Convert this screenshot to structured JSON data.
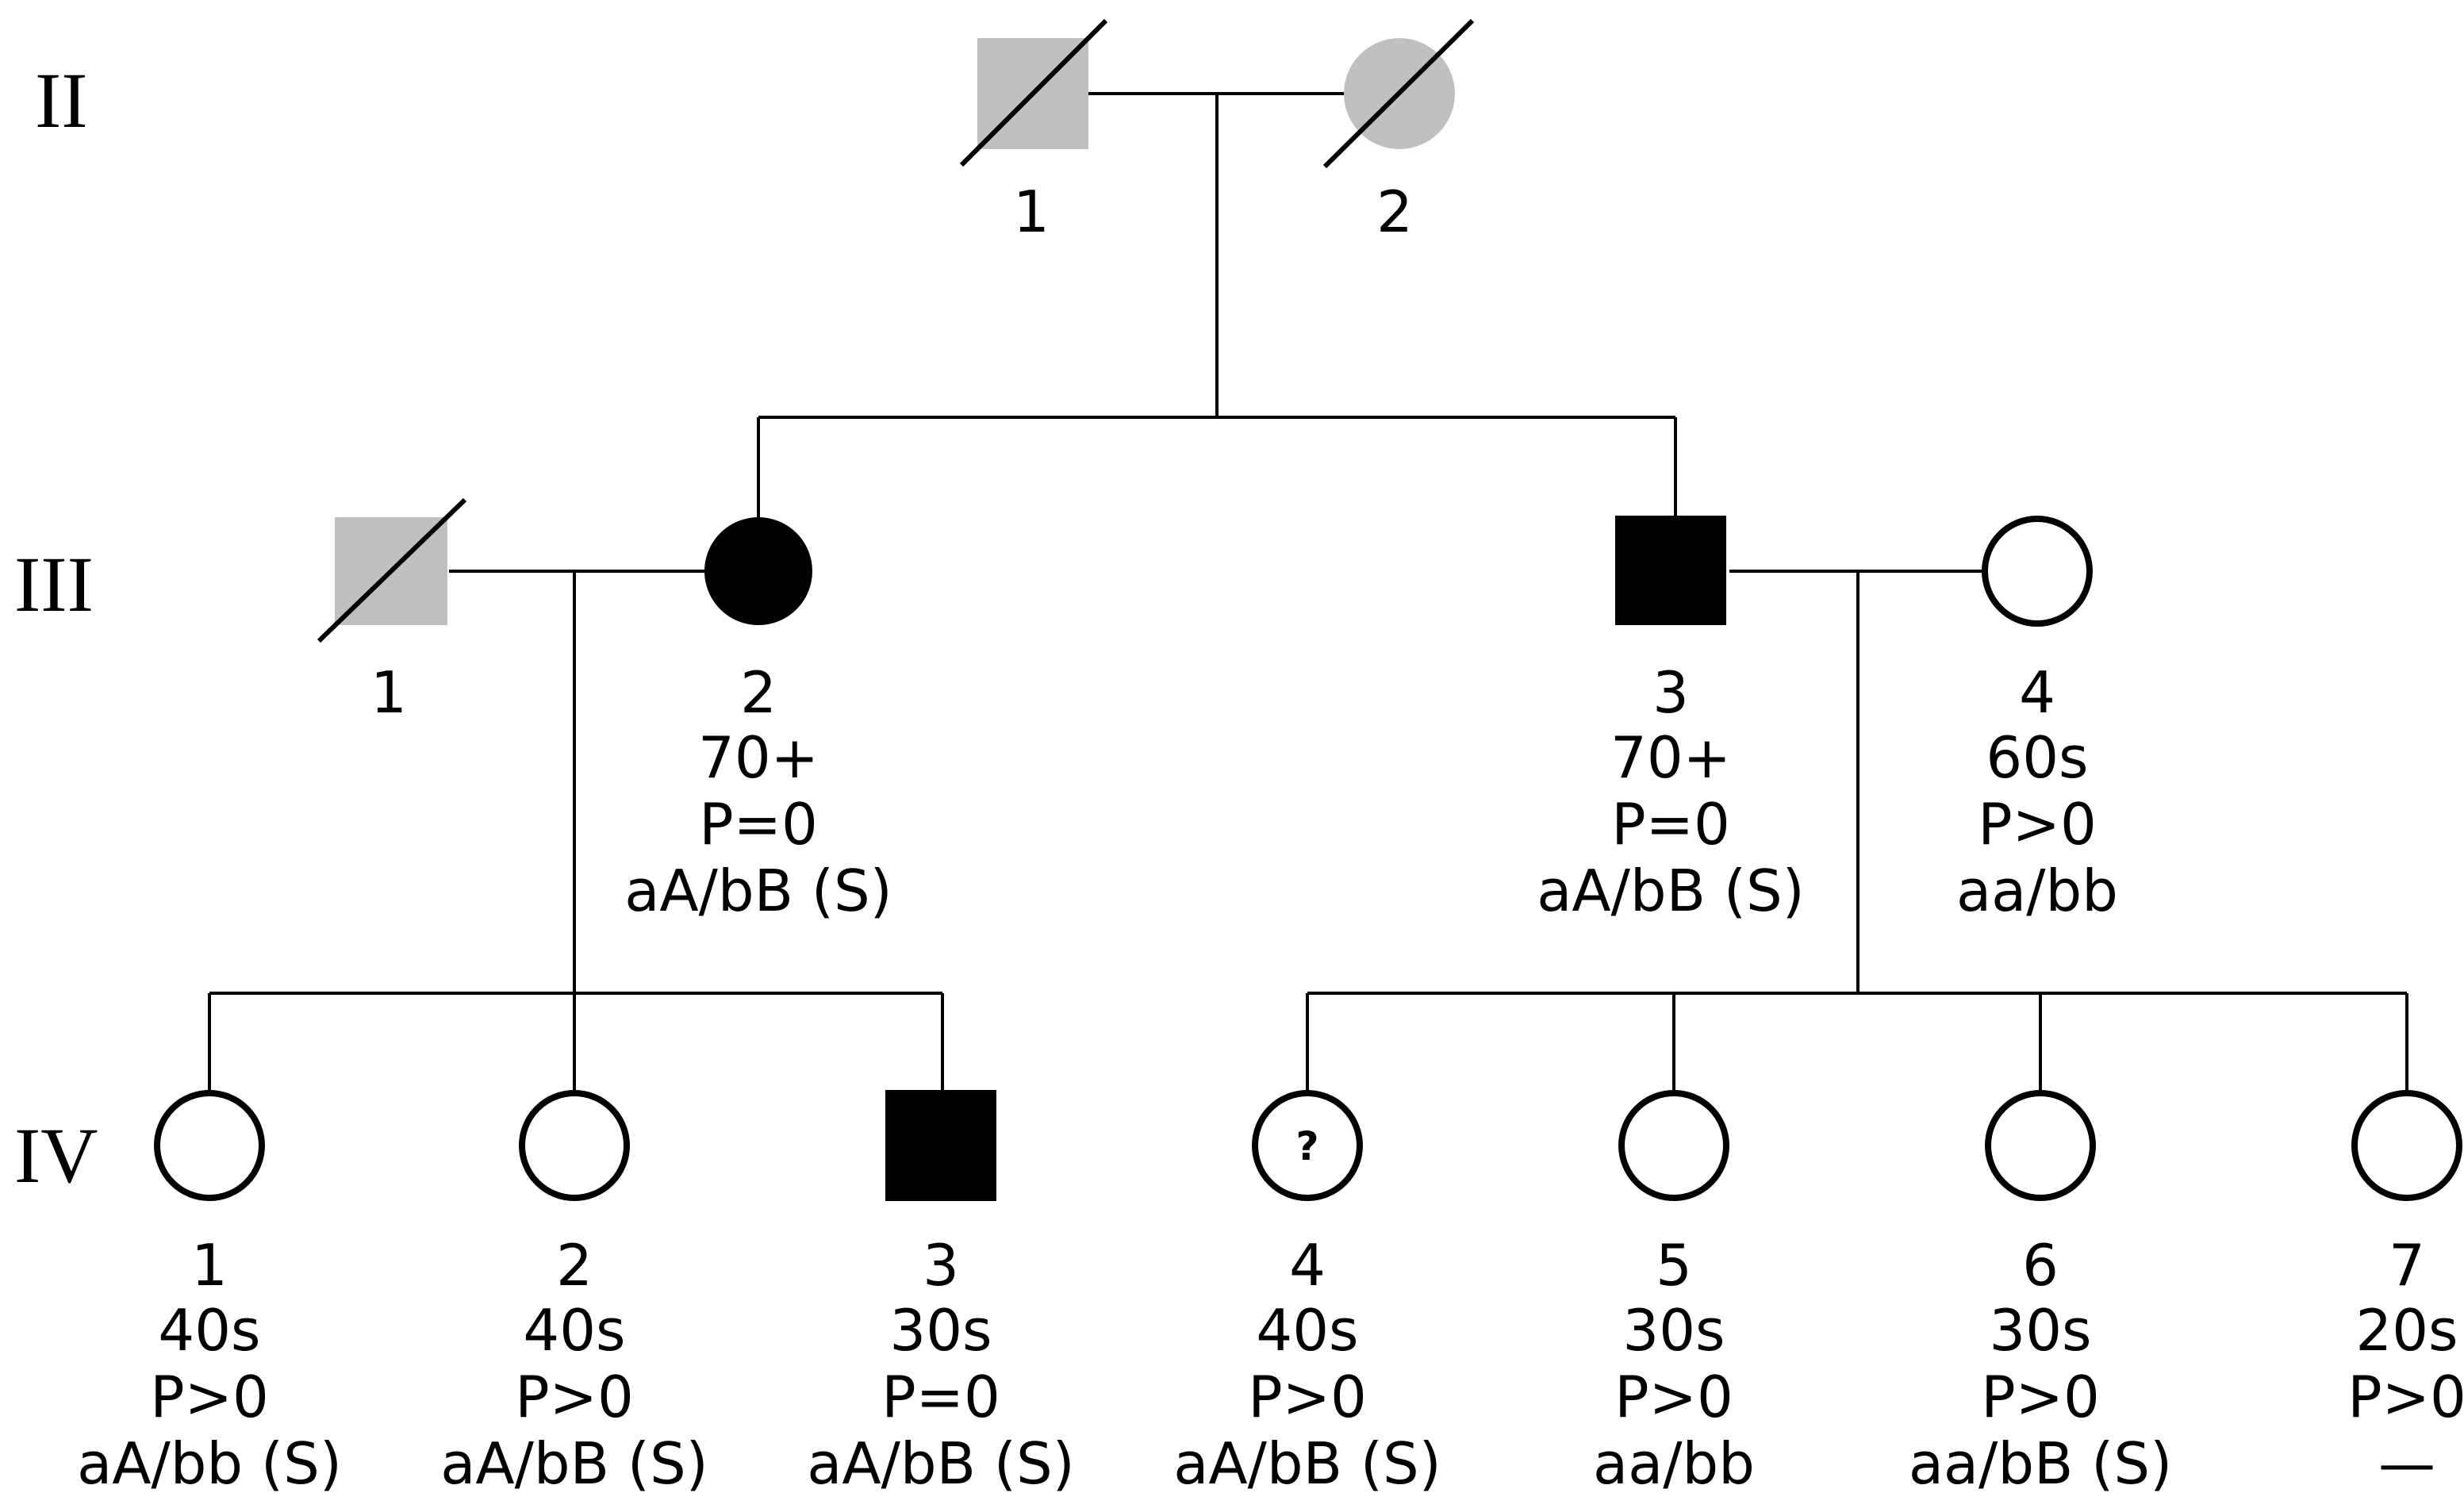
{
  "generations": [
    "II",
    "III",
    "IV"
  ],
  "colors": {
    "affected": "#000000",
    "deceased_unknown": "#c0c0c0",
    "unaffected": "#ffffff",
    "line": "#000000"
  },
  "individuals": {
    "II_1": {
      "number": "1",
      "sex": "male",
      "status": "unknown",
      "deceased": true
    },
    "II_2": {
      "number": "2",
      "sex": "female",
      "status": "unknown",
      "deceased": true
    },
    "III_1": {
      "number": "1",
      "sex": "male",
      "status": "unknown",
      "deceased": true
    },
    "III_2": {
      "number": "2",
      "age": "70+",
      "p": "P=0",
      "genotype": "aA/bB (S)",
      "sex": "female",
      "status": "affected"
    },
    "III_3": {
      "number": "3",
      "age": "70+",
      "p": "P=0",
      "genotype": "aA/bB (S)",
      "sex": "male",
      "status": "affected"
    },
    "III_4": {
      "number": "4",
      "age": "60s",
      "p": "P>0",
      "genotype": "aa/bb",
      "sex": "female",
      "status": "unaffected"
    },
    "IV_1": {
      "number": "1",
      "age": "40s",
      "p": "P>0",
      "genotype": "aA/bb (S)",
      "sex": "female",
      "status": "unaffected"
    },
    "IV_2": {
      "number": "2",
      "age": "40s",
      "p": "P>0",
      "genotype": "aA/bB (S)",
      "sex": "female",
      "status": "unaffected"
    },
    "IV_3": {
      "number": "3",
      "age": "30s",
      "p": "P=0",
      "genotype": "aA/bB (S)",
      "sex": "male",
      "status": "affected"
    },
    "IV_4": {
      "number": "4",
      "age": "40s",
      "p": "P>0",
      "genotype": "aA/bB (S)",
      "sex": "female",
      "status": "uncertain",
      "mark": "?"
    },
    "IV_5": {
      "number": "5",
      "age": "30s",
      "p": "P>0",
      "genotype": "aa/bb",
      "sex": "female",
      "status": "unaffected"
    },
    "IV_6": {
      "number": "6",
      "age": "30s",
      "p": "P>0",
      "genotype": "aa/bB (S)",
      "sex": "female",
      "status": "unaffected"
    },
    "IV_7": {
      "number": "7",
      "age": "20s",
      "p": "P>0",
      "genotype": "—",
      "sex": "female",
      "status": "unaffected"
    }
  }
}
